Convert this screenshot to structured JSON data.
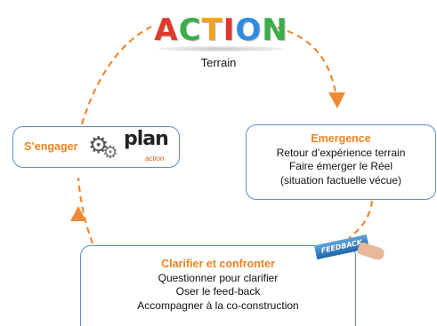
{
  "logo": {
    "letters": [
      "A",
      "C",
      "T",
      "I",
      "O",
      "N"
    ],
    "colors": [
      "#e03a2c",
      "#3cae49",
      "#f5a21b",
      "#e03a2c",
      "#2f8de0",
      "#3cae49"
    ]
  },
  "top_label": "Terrain",
  "boxes": {
    "engager": {
      "title": "S’engager",
      "icon_word": "plan",
      "icon_sub": "action"
    },
    "emergence": {
      "title": "Emergence",
      "lines": [
        "Retour d’expérience terrain",
        "Faire émerger le Réel",
        "(situation factuelle vécue)"
      ]
    },
    "clarifier": {
      "title": "Clarifier et confronter",
      "lines": [
        "Questionner pour clarifier",
        "Oser le feed-back",
        "Accompagner à la co-construction"
      ],
      "icon_label": "FEEDBACK"
    }
  },
  "colors": {
    "title_orange": "#f0821e",
    "arrow_orange": "#ee8a33",
    "box_border": "#5b8fd0"
  }
}
